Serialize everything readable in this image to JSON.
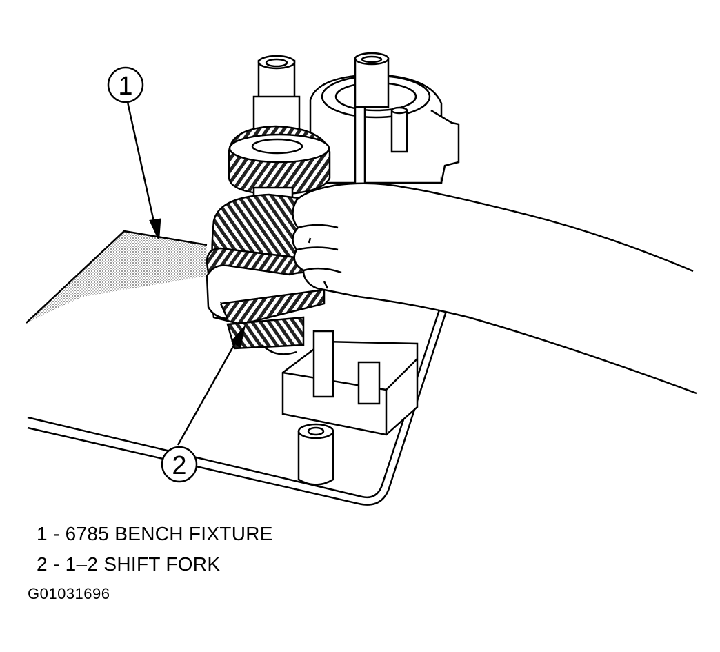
{
  "callouts": [
    {
      "number": "1",
      "label": "6785 BENCH FIXTURE"
    },
    {
      "number": "2",
      "label": "1–2 SHIFT FORK"
    }
  ],
  "legend_separator": " - ",
  "figure_id": "G01031696"
}
